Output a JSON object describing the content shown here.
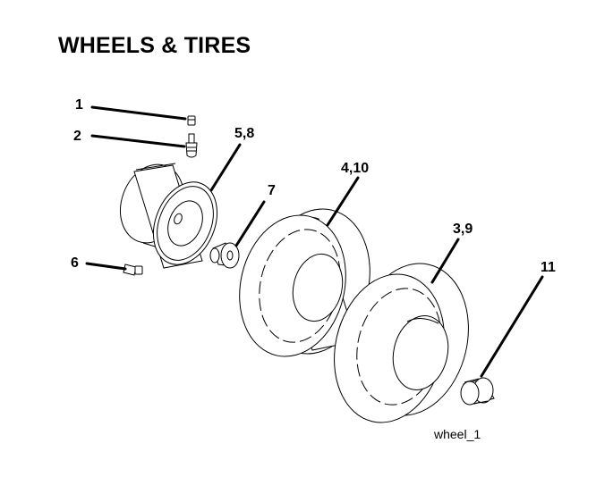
{
  "title": "WHEELS & TIRES",
  "image_ref": "wheel_1",
  "callouts": {
    "c1": "1",
    "c2": "2",
    "c5_8": "5,8",
    "c7": "7",
    "c4_10": "4,10",
    "c3_9": "3,9",
    "c6": "6",
    "c11": "11"
  }
}
